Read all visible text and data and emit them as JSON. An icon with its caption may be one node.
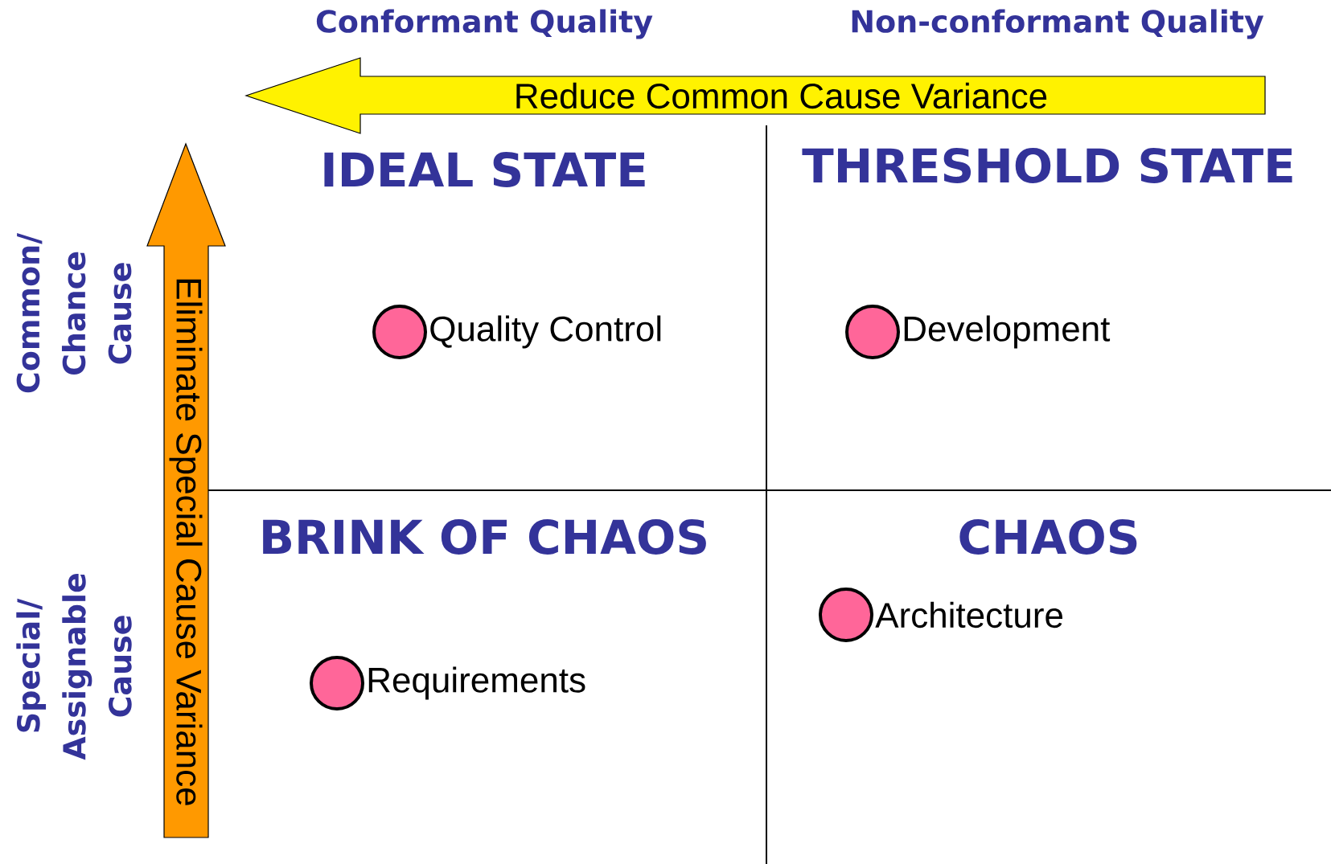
{
  "diagram": {
    "nodes": [
      {
        "text": [
          "Reduce Common Cause Variance"
        ]
      },
      {
        "text": [
          "Eliminate Special Cause Variance"
        ]
      },
      {
        "text": [],
        "shape": "circle",
        "beside": [
          "Quality Control"
        ]
      },
      {
        "text": [],
        "shape": "circle",
        "beside": [
          "Development"
        ]
      },
      {
        "text": [],
        "shape": "circle",
        "beside": [
          "Architecture"
        ]
      },
      {
        "text": [],
        "shape": "circle",
        "beside": [
          "Requirements"
        ]
      }
    ],
    "labels": [
      "Conformant Quality",
      "Non-conformant Quality",
      "IDEAL STATE",
      "THRESHOLD STATE",
      "Common/ Chance Cause",
      "BRINK OF CHAOS",
      "CHAOS",
      "Special/ Assignable Cause"
    ]
  }
}
